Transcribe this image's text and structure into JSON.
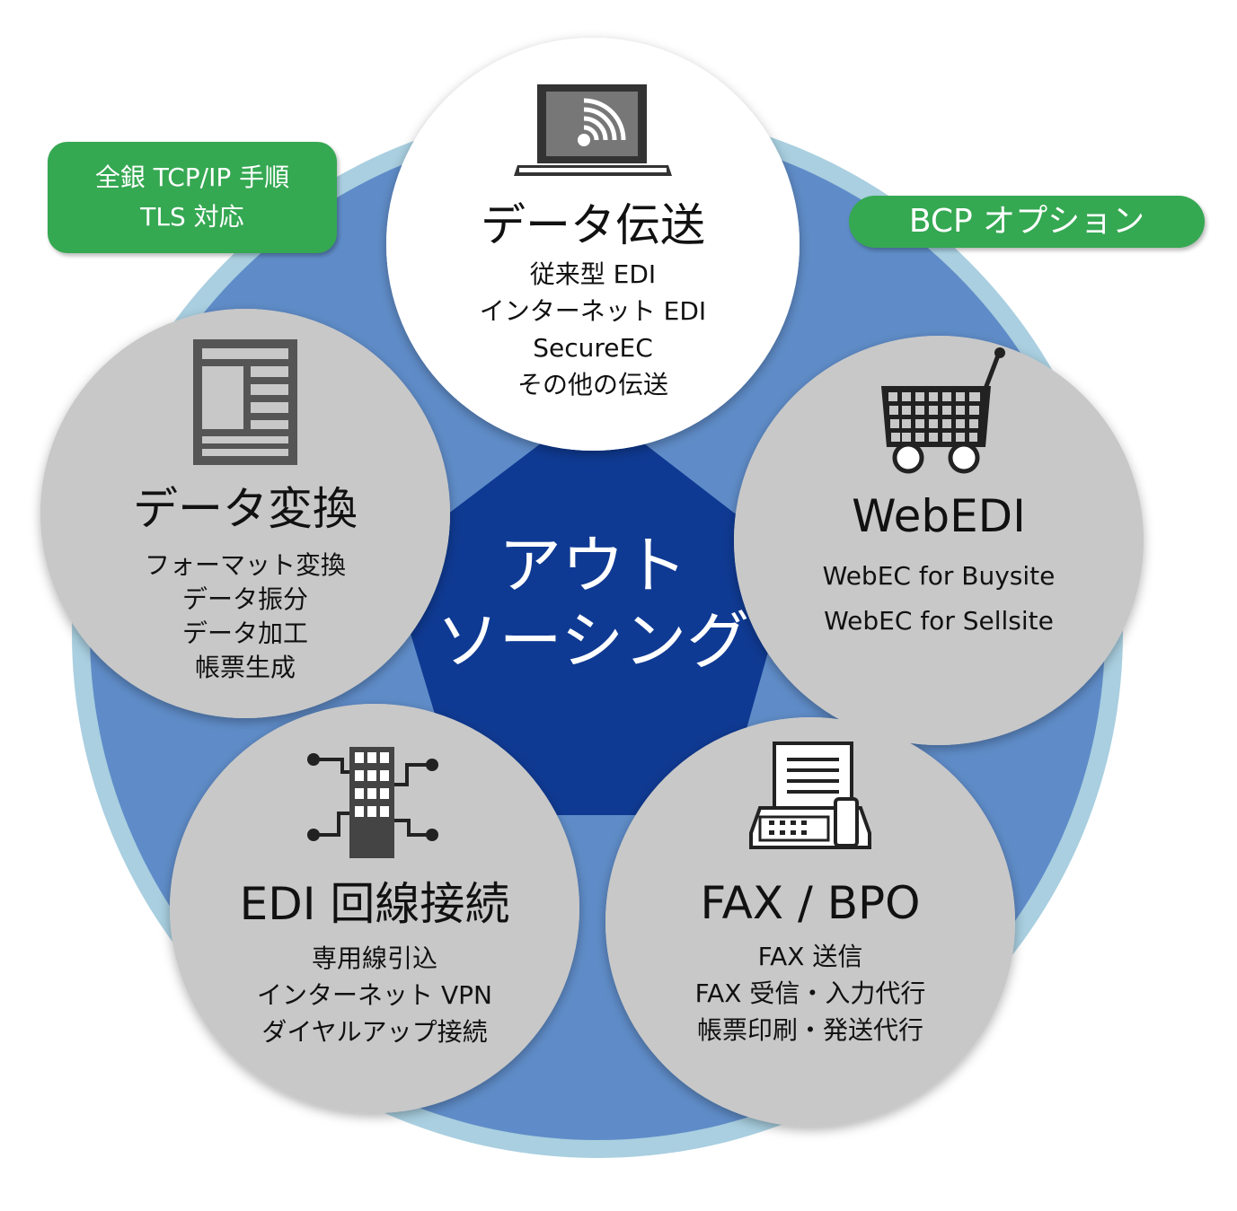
{
  "center": {
    "line1": "アウト",
    "line2": "ソーシング"
  },
  "tags": {
    "zengin": {
      "line1": "全銀 TCP/IP 手順",
      "line2": "TLS 対応"
    },
    "bcp": {
      "label": "BCP オプション"
    }
  },
  "nodes": {
    "transfer": {
      "title": "データ伝送",
      "items": [
        "従来型 EDI",
        "インターネット EDI",
        "SecureEC",
        "その他の伝送"
      ],
      "icon": "laptop-wireless-icon"
    },
    "webedi": {
      "title": "WebEDI",
      "items": [
        "WebEC for Buysite",
        "WebEC for Sellsite"
      ],
      "icon": "shopping-cart-icon"
    },
    "fax": {
      "title": "FAX / BPO",
      "items": [
        "FAX 送信",
        "FAX 受信・入力代行",
        "帳票印刷・発送代行"
      ],
      "icon": "fax-machine-icon"
    },
    "line": {
      "title": "EDI 回線接続",
      "items": [
        "専用線引込",
        "インターネット VPN",
        "ダイヤルアップ接続"
      ],
      "icon": "network-building-icon"
    },
    "convert": {
      "title": "データ変換",
      "items": [
        "フォーマット変換",
        "データ振分",
        "データ加工",
        "帳票生成"
      ],
      "icon": "document-layout-icon"
    }
  },
  "colors": {
    "outer_ring": "#a9cfe0",
    "inner_disc": "#5f8cc8",
    "pentagon": "#0f3a93",
    "tag_green": "#35a852",
    "node_gray": "#c8c8c8"
  }
}
